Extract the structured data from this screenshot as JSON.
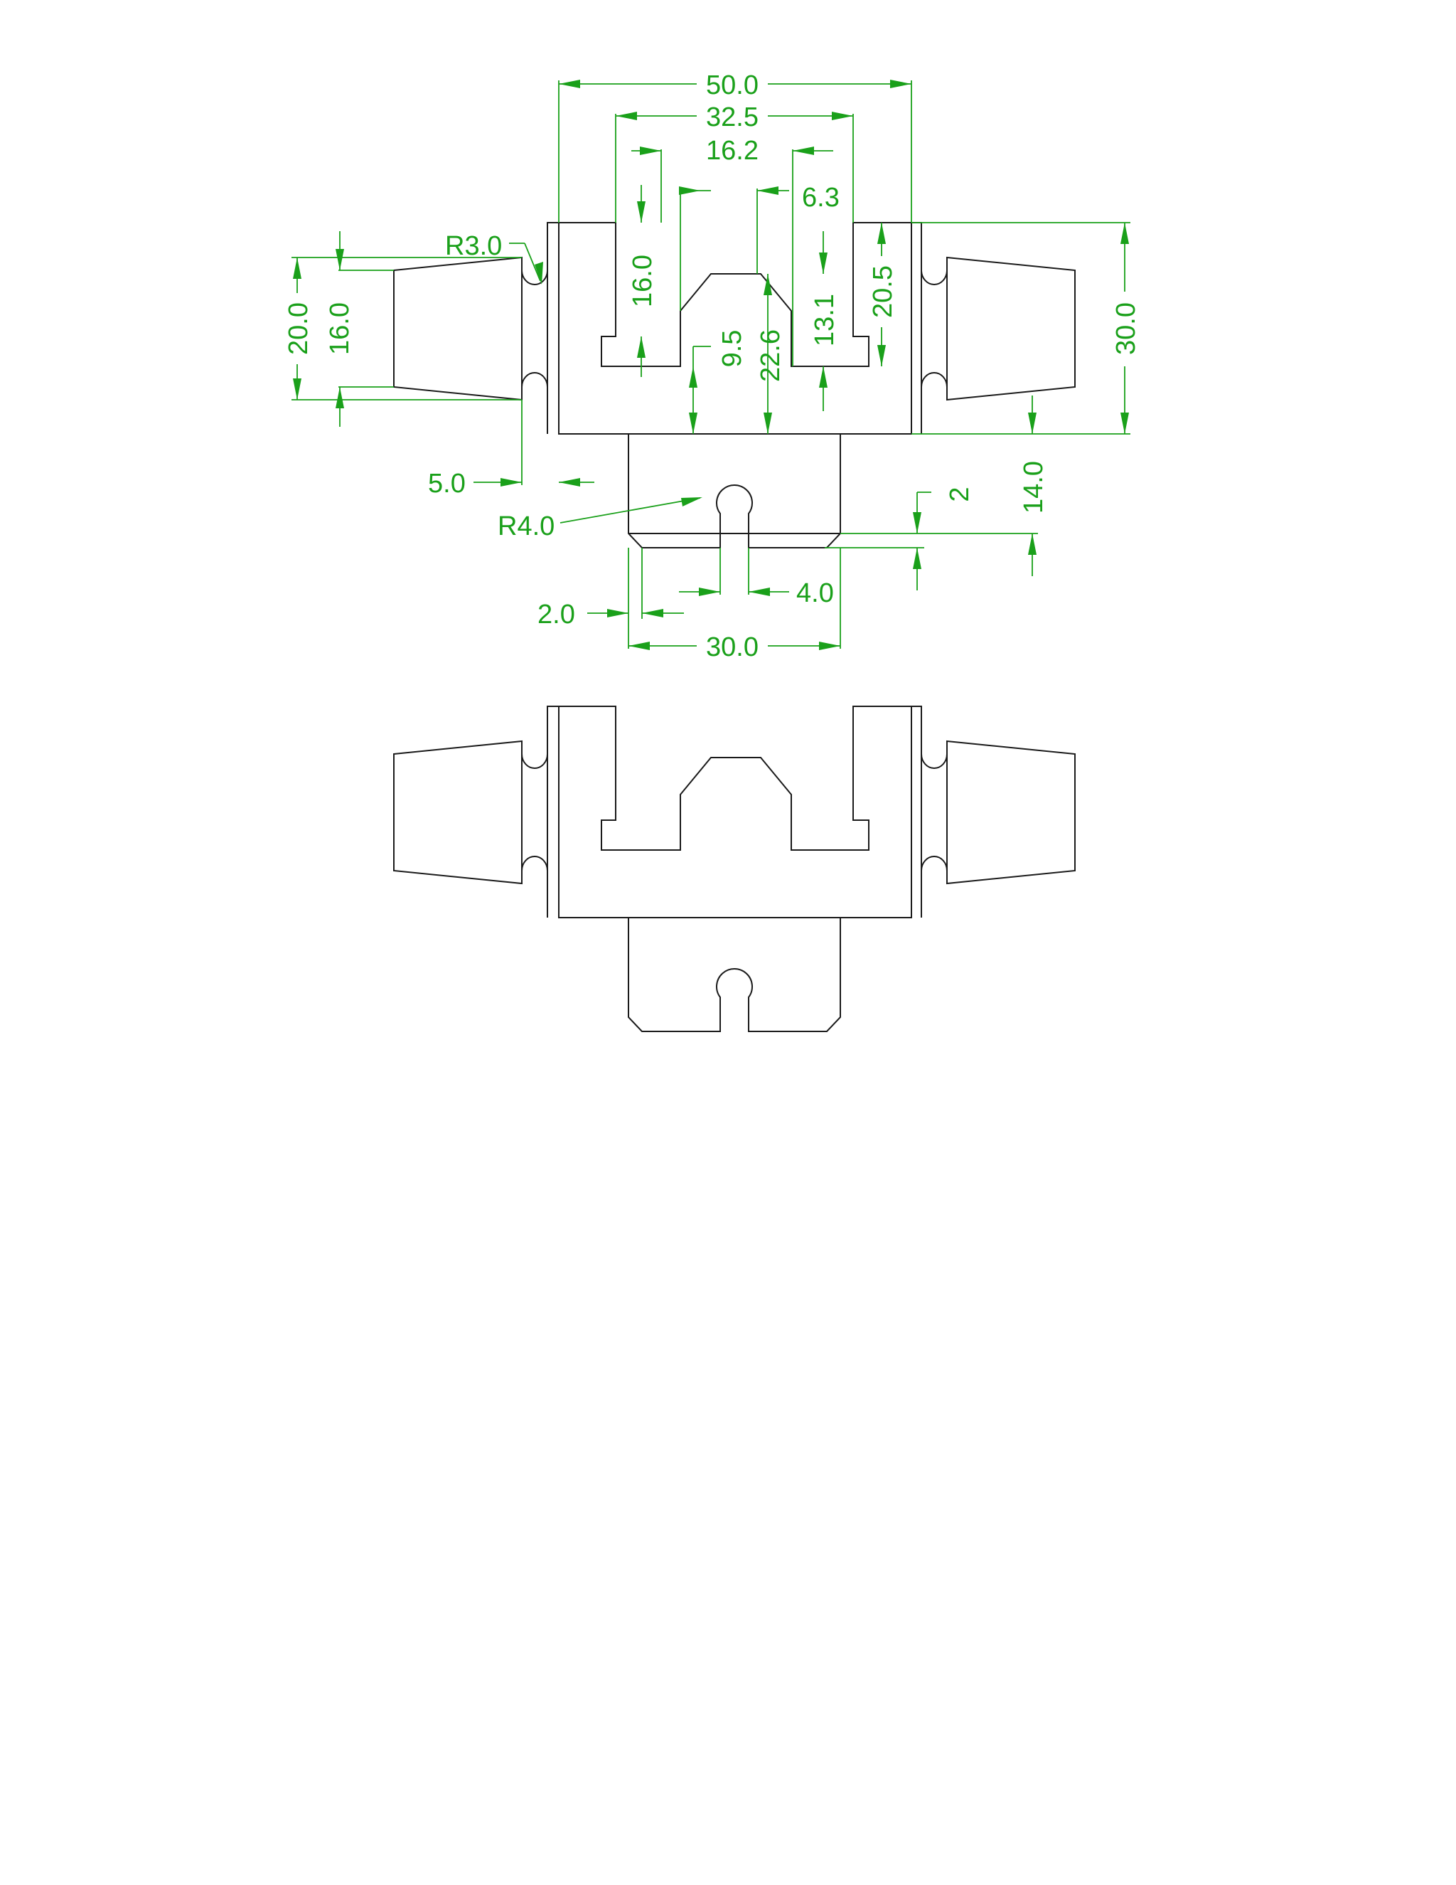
{
  "colors": {
    "dimension": "#1aa01a",
    "outline": "#1a1a1a",
    "background": "#ffffff"
  },
  "dims": {
    "width_total": "50.0",
    "width_inner": "32.5",
    "width_center": "16.2",
    "width_neck": "6.3",
    "radius_notch": "R3.0",
    "height_outer_left": "20.0",
    "height_inner_left": "16.0",
    "depth_slot": "16.0",
    "height_step": "9.5",
    "height_center": "22.6",
    "height_right_slot": "13.1",
    "height_right": "20.5",
    "height_total": "30.0",
    "gap_plug": "5.0",
    "radius_hole": "R4.0",
    "chamfer_height": "2",
    "height_base": "14.0",
    "chamfer_width": "2.0",
    "slot_width": "4.0",
    "width_base": "30.0"
  }
}
